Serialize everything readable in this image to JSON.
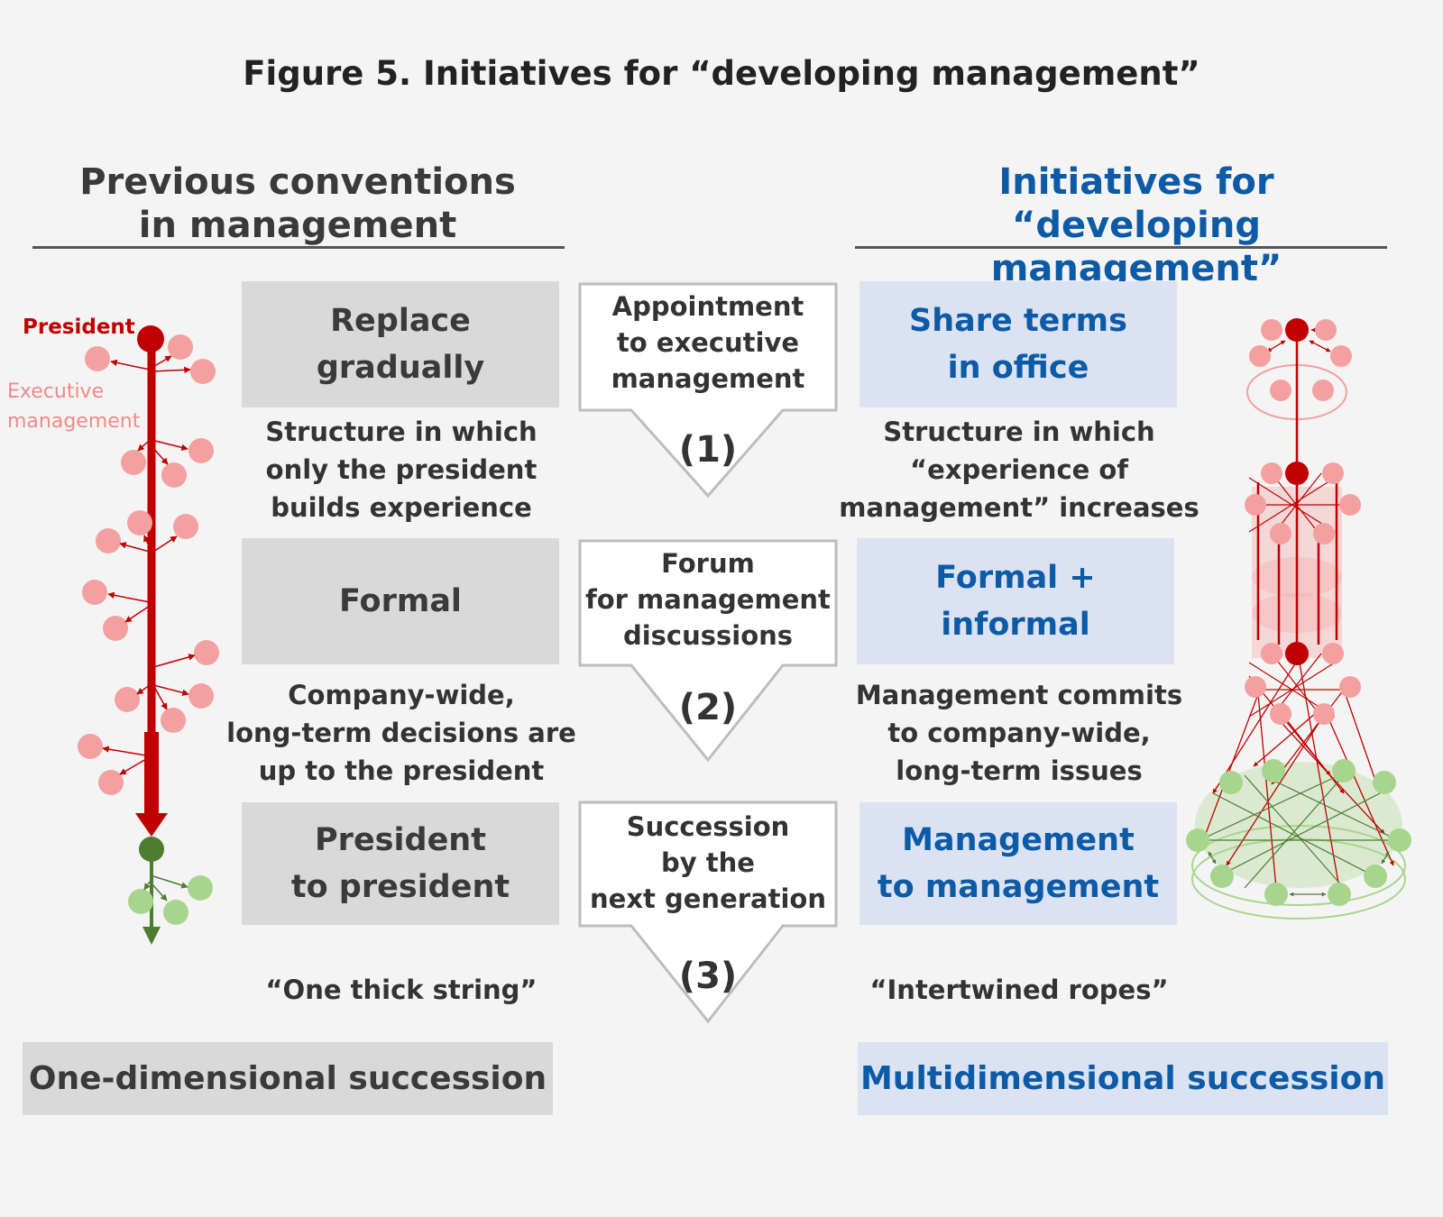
{
  "title": "Figure 5. Initiatives for “developing management”",
  "left_heading": [
    "Previous conventions",
    "in management"
  ],
  "right_heading": [
    "Initiatives for",
    "“developing management”"
  ],
  "left_labels": {
    "president": "President",
    "executive": [
      "Executive",
      "management"
    ]
  },
  "rows": [
    {
      "left_box": [
        "Replace gradually"
      ],
      "left_desc": [
        "Structure in which",
        "only the president",
        "builds experience"
      ],
      "arrow_text": [
        "Appointment",
        "to executive",
        "management"
      ],
      "arrow_num": "(1)",
      "right_box": [
        "Share terms",
        "in office"
      ],
      "right_desc": [
        "Structure in which",
        "“experience of",
        "management” increases"
      ]
    },
    {
      "left_box": [
        "Formal"
      ],
      "left_desc": [
        "Company-wide,",
        "long-term decisions are",
        "up to the president"
      ],
      "arrow_text": [
        "Forum",
        "for management",
        "discussions"
      ],
      "arrow_num": "(2)",
      "right_box": [
        "Formal + informal"
      ],
      "right_desc": [
        "Management commits",
        "to company-wide,",
        "long-term issues"
      ]
    },
    {
      "left_box": [
        "President",
        "to president"
      ],
      "left_desc": [],
      "arrow_text": [
        "Succession",
        "by the",
        "next generation"
      ],
      "arrow_num": "(3)",
      "right_box": [
        "Management",
        "to management"
      ],
      "right_desc": []
    }
  ],
  "left_quote": "“One thick string”",
  "right_quote": "“Intertwined ropes”",
  "left_summary": "One-dimensional succession",
  "right_summary": "Multidimensional succession",
  "colors": {
    "president_red": "#c00000",
    "executive_pink": "#f4a0a0",
    "successor_green": "#4e7d32",
    "next_gen_green": "#a8d58d",
    "accent_blue": "#0d5aa7",
    "grey_box": "#d9d9d9",
    "blue_box": "#dbe3f3"
  }
}
